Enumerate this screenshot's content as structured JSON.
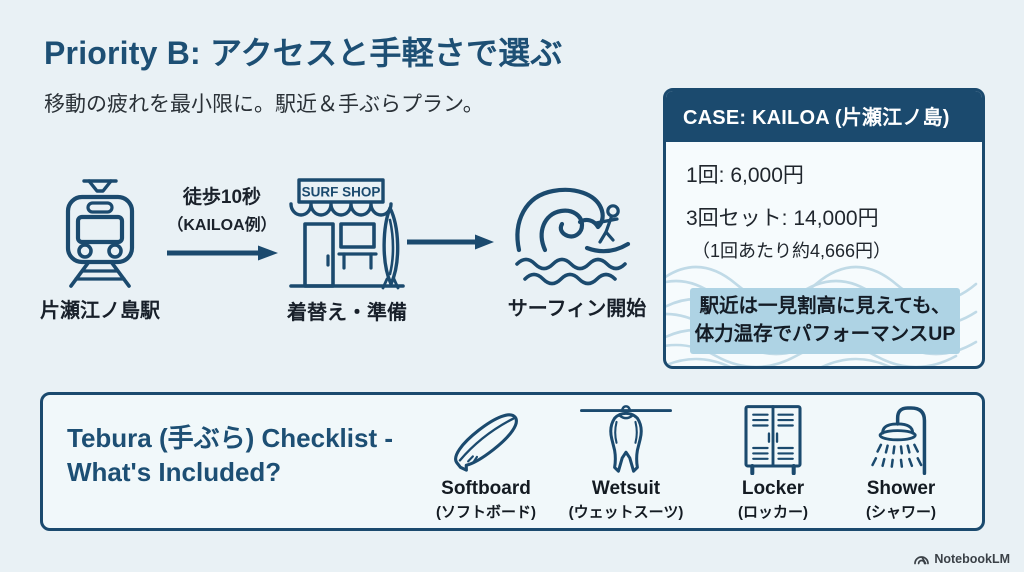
{
  "slide": {
    "title": "Priority B: アクセスと手軽さで選ぶ",
    "subtitle": "移動の疲れを最小限に。駅近＆手ぶらプラン。"
  },
  "flow": {
    "steps": [
      {
        "icon": "train-icon",
        "label": "片瀬江ノ島駅"
      },
      {
        "icon": "surf-shop-icon",
        "label": "着替え・準備",
        "sign_text": "SURF SHOP"
      },
      {
        "icon": "wave-surfer-icon",
        "label": "サーフィン開始"
      }
    ],
    "arrow": {
      "line1": "徒歩10秒",
      "line2": "（KAILOA例）"
    }
  },
  "case_card": {
    "header": "CASE: KAILOA (片瀬江ノ島)",
    "price_single": "1回: 6,000円",
    "price_set": "3回セット: 14,000円",
    "price_note": "（1回あたり約4,666円）",
    "highlight_line1": "駅近は一見割高に見えても、",
    "highlight_line2": "体力温存でパフォーマンスUP"
  },
  "checklist": {
    "title_line1": "Tebura (手ぶら) Checklist -",
    "title_line2": "What's Included?",
    "items": [
      {
        "icon": "softboard-icon",
        "name_en": "Softboard",
        "name_ja": "(ソフトボード)"
      },
      {
        "icon": "wetsuit-icon",
        "name_en": "Wetsuit",
        "name_ja": "(ウェットスーツ)"
      },
      {
        "icon": "locker-icon",
        "name_en": "Locker",
        "name_ja": "(ロッカー)"
      },
      {
        "icon": "shower-icon",
        "name_en": "Shower",
        "name_ja": "(シャワー)"
      }
    ]
  },
  "footer": {
    "brand": "NotebookLM"
  },
  "colors": {
    "background": "#e9f1f5",
    "navy": "#1b4a6e",
    "heading_blue": "#1d4f74",
    "text_dark": "#1a212a",
    "highlight_bg": "#aed3e4",
    "card_bg": "#f6fbfd"
  }
}
